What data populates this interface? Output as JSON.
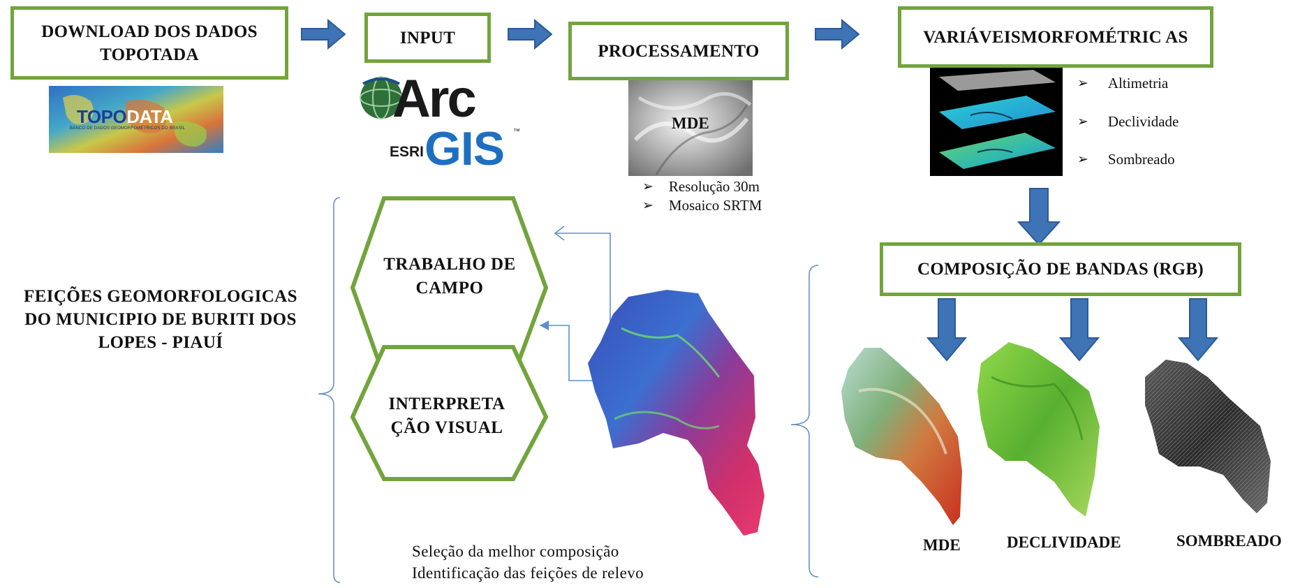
{
  "top_steps": [
    {
      "label": "DOWNLOAD DOS DADOS TOPOTADA"
    },
    {
      "label": "INPUT"
    },
    {
      "label": "PROCESSAMENTO"
    },
    {
      "label": "VARIÁVEISMORFOMÉTRIC AS"
    }
  ],
  "topodata_logo": {
    "brand_a": "TOPO",
    "brand_b": "DATA",
    "tagline": "BANCO DE DADOS GEOMORFOMÉTRICOS DO BRASIL"
  },
  "arcgis_logo": {
    "arc": "Arc",
    "esri": "ESRI",
    "gis": "GIS",
    "tm": "™"
  },
  "mde_thumb": {
    "label": "MDE"
  },
  "processing_bullets": [
    "Resolução 30m",
    "Mosaico SRTM"
  ],
  "morph_variables": [
    "Altimetria",
    "Declividade",
    "Sombreado"
  ],
  "composition": {
    "label": "COMPOSIÇÃO DE BANDAS (RGB)"
  },
  "band_maps": [
    {
      "label": "MDE"
    },
    {
      "label": "DECLIVIDADE"
    },
    {
      "label": "SOMBREADO"
    }
  ],
  "hexagons": [
    {
      "label": "TRABALHO DE CAMPO"
    },
    {
      "label": "INTERPRETA ÇÃO VISUAL"
    }
  ],
  "result_title": "FEIÇÕES GEOMORFOLOGICAS DO MUNICIPIO DE BURITI DOS LOPES - PIAUÍ",
  "bottom_notes": [
    "Seleção da melhor composição",
    "Identificação das feições de relevo"
  ],
  "colors": {
    "box_border": "#72a43c",
    "arrow_fill": "#3e73b6",
    "arrow_stroke": "#2a5a95",
    "connector": "#5b8fd0"
  }
}
